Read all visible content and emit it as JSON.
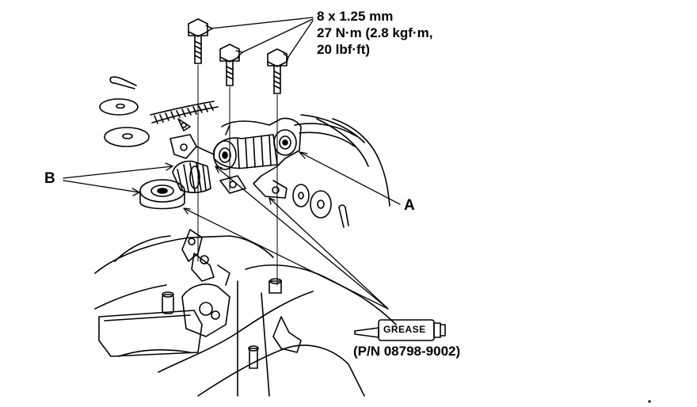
{
  "fastener_spec": {
    "size": "8 x 1.25 mm",
    "torque_line1": "27 N·m (2.8 kgf·m,",
    "torque_line2": "20 lbf·ft)"
  },
  "callouts": {
    "a": "A",
    "b": "B"
  },
  "grease": {
    "label": "GREASE",
    "part_number": "(P/N 08798-9002)"
  }
}
